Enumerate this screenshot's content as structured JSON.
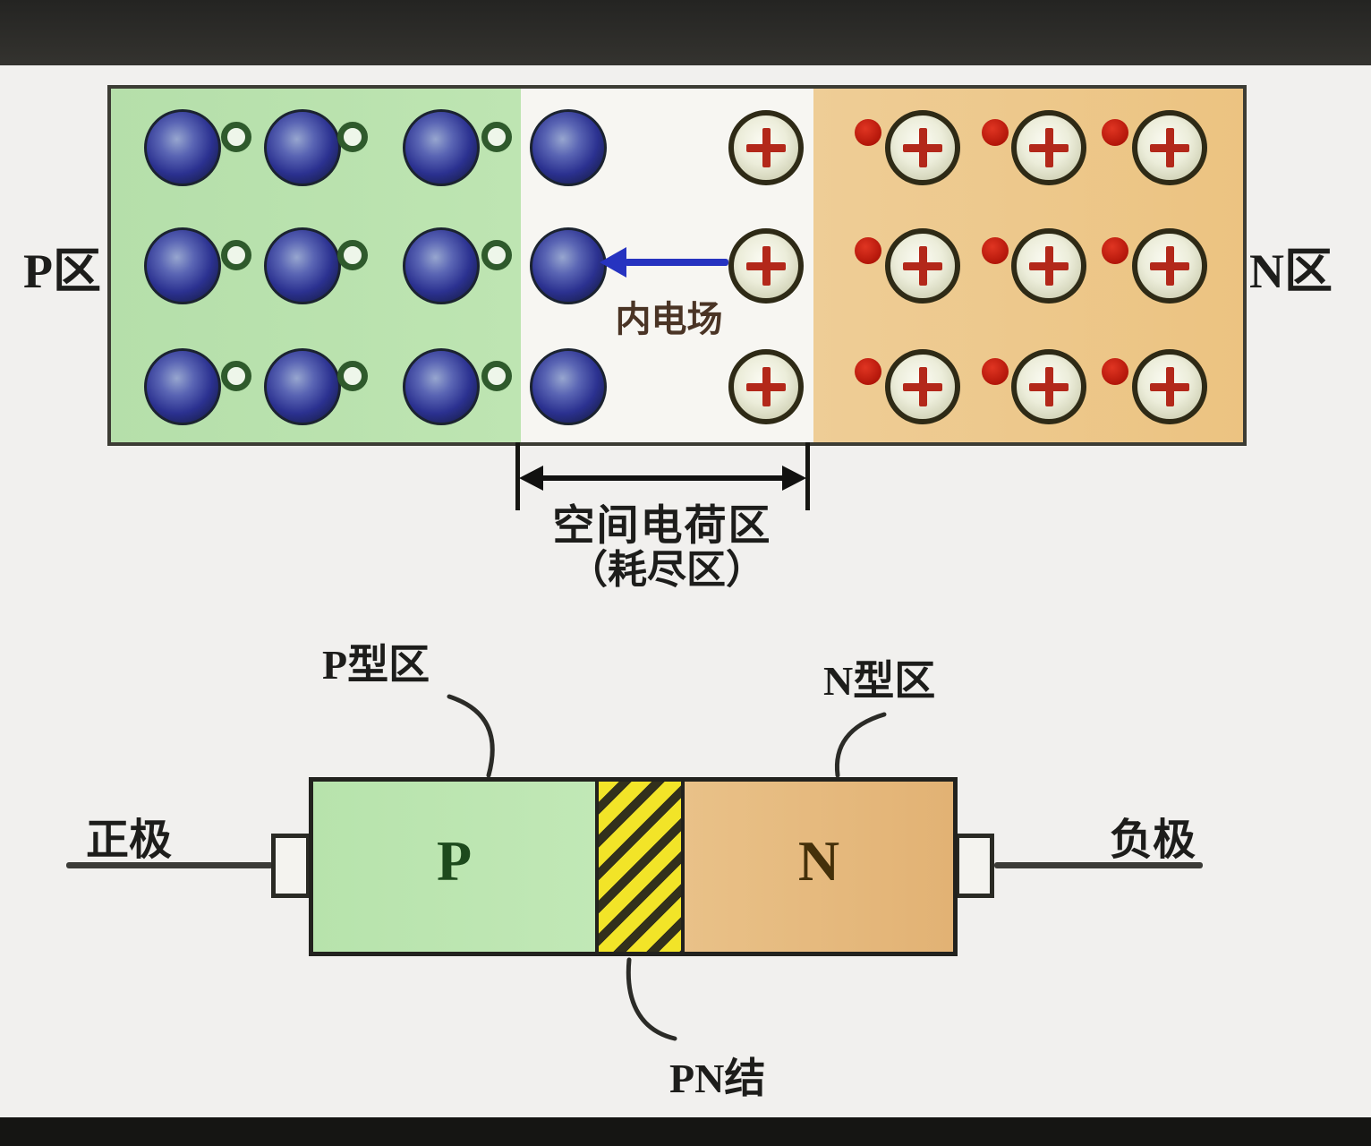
{
  "meta": {
    "background": "#f1f0ee",
    "letterbox_top_color": "#2d2c29",
    "letterbox_bottom_color": "#151513"
  },
  "top_diagram": {
    "p_region_label": "P区",
    "n_region_label": "N区",
    "internal_field_label": "内电场",
    "space_charge_label": "空间电荷区",
    "depletion_sub_label": "（耗尽区）",
    "colors": {
      "p_region": "#b9e2ae",
      "depletion_region": "#f7f6f2",
      "n_region": "#ecc381",
      "electron_sphere": "#2b3190",
      "hole_ring": "#2f5a2c",
      "ion_sphere_body": "#ecedda",
      "ion_plus": "#b3281a",
      "electron_dot": "#b01408",
      "field_arrow": "#2633c0",
      "dimension_marker": "#111110"
    },
    "particles": {
      "rows": 3,
      "p_region_pairs_per_row": 3,
      "depletion_electrons_per_row": 1,
      "depletion_ions_per_row": 1,
      "n_region_pairs_per_row": 3
    }
  },
  "bottom_diagram": {
    "p_type_label": "P型区",
    "n_type_label": "N型区",
    "p_block_letter": "P",
    "n_block_letter": "N",
    "anode_label": "正极",
    "cathode_label": "负极",
    "junction_label": "PN结",
    "colors": {
      "p_block": "#bce6b1",
      "n_block": "#e5b87c",
      "junction_fill": "#f2e428",
      "junction_stripe": "#32301c",
      "lead_line": "#3c3c38"
    }
  }
}
